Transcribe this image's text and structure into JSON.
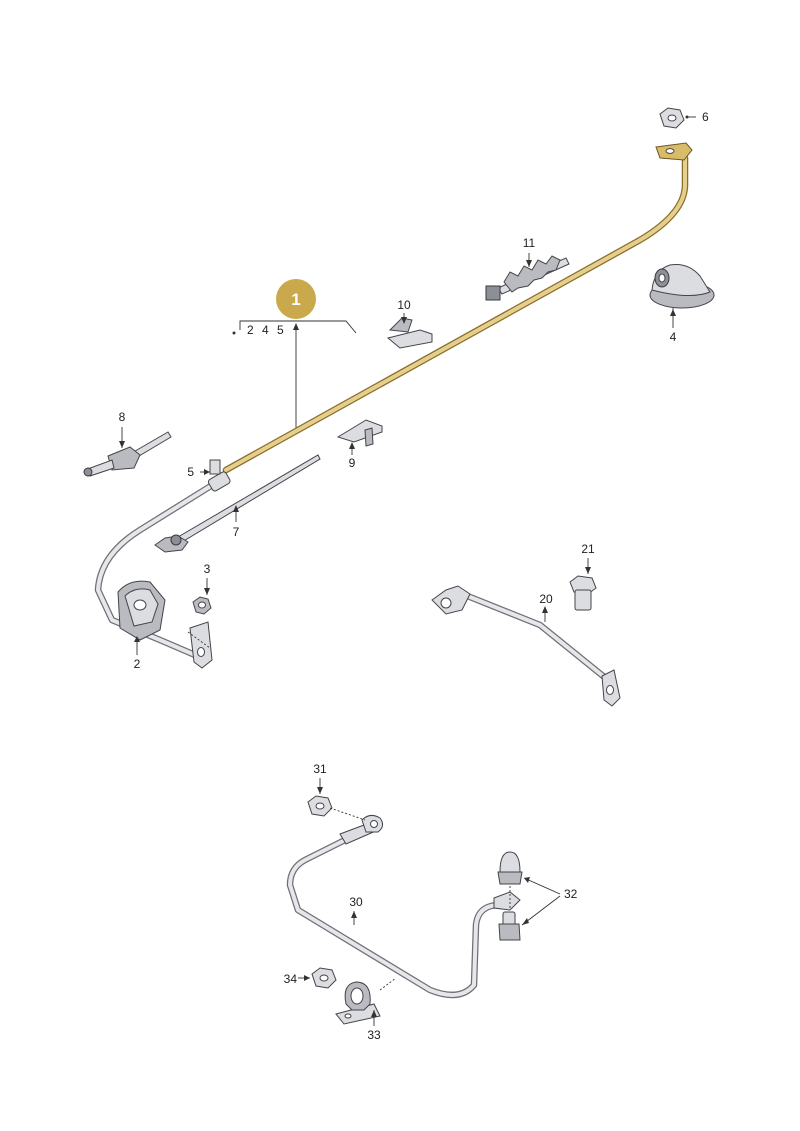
{
  "callout_main": "1",
  "callout_sub": [
    "2",
    "4",
    "5"
  ],
  "labels": {
    "p2": "2",
    "p3": "3",
    "p4": "4",
    "p5": "5",
    "p6": "6",
    "p7": "7",
    "p8": "8",
    "p9": "9",
    "p10": "10",
    "p11": "11",
    "p20": "20",
    "p21": "21",
    "p30": "30",
    "p31": "31",
    "p32": "32",
    "p33": "33",
    "p34": "34"
  },
  "colors": {
    "highlight": "#c9a94b",
    "cable": "#e6e7ea",
    "outline": "#44444a"
  }
}
